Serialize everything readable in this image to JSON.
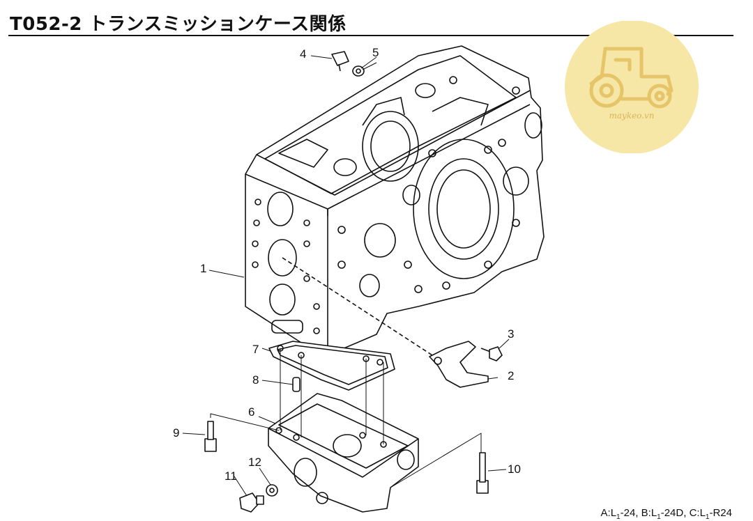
{
  "page": {
    "title": "T052-2 トランスミッションケース関係"
  },
  "callouts": [
    {
      "id": "1",
      "label": "1"
    },
    {
      "id": "2",
      "label": "2"
    },
    {
      "id": "3",
      "label": "3"
    },
    {
      "id": "4",
      "label": "4"
    },
    {
      "id": "5",
      "label": "5"
    },
    {
      "id": "6",
      "label": "6"
    },
    {
      "id": "7",
      "label": "7"
    },
    {
      "id": "8",
      "label": "8"
    },
    {
      "id": "9",
      "label": "9"
    },
    {
      "id": "10",
      "label": "10"
    },
    {
      "id": "11",
      "label": "11"
    },
    {
      "id": "12",
      "label": "12"
    }
  ],
  "footer": {
    "a_prefix": "A:L",
    "a_sub": "1",
    "a_suffix": "-24,",
    "b_prefix": "B:L",
    "b_sub": "1",
    "b_suffix": "-24D,",
    "c_prefix": "C:L",
    "c_sub": "1",
    "c_suffix": "-R24"
  },
  "watermark": {
    "text": "maykeo.vn",
    "icon": "tractor-icon",
    "color": "#f6e7a6"
  }
}
